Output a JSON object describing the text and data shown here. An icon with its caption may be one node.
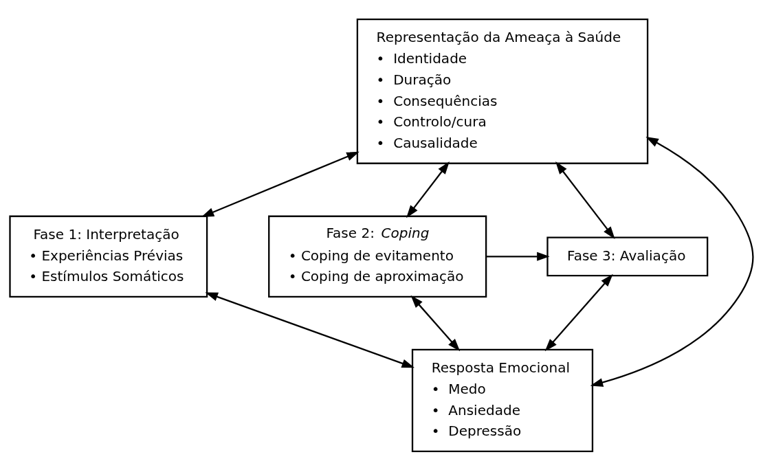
{
  "diagram": {
    "nodes": [
      {
        "text": [
          "Representação da Ameaça à Saúde",
          "•  Identidade",
          "•  Duração",
          "•  Consequências",
          "•  Controlo/cura",
          "•  Causalidade"
        ]
      },
      {
        "text": [
          "Fase 1: Interpretação",
          "• Experiências Prévias",
          "• Estímulos Somáticos"
        ]
      },
      {
        "text": [
          "Fase 2: *Coping*",
          "• Coping de evitamento",
          "• Coping de aproximação"
        ]
      },
      {
        "text": [
          "Fase 3: Avaliação"
        ]
      },
      {
        "text": [
          "Resposta Emocional",
          "•  Medo",
          "•  Ansiedade",
          "•  Depressão"
        ]
      }
    ],
    "edges": [
      {
        "from": 0,
        "to": 1,
        "arrow": "both"
      },
      {
        "from": 0,
        "to": 4,
        "arrow": "both"
      },
      {
        "from": 0,
        "to": 2,
        "arrow": "both"
      },
      {
        "from": 0,
        "to": 3,
        "arrow": "both"
      },
      {
        "from": 1,
        "to": 4,
        "arrow": "both"
      },
      {
        "from": 2,
        "to": 3,
        "arrow": "to"
      },
      {
        "from": 2,
        "to": 4,
        "arrow": "both"
      },
      {
        "from": 3,
        "to": 4,
        "arrow": "both"
      }
    ]
  }
}
